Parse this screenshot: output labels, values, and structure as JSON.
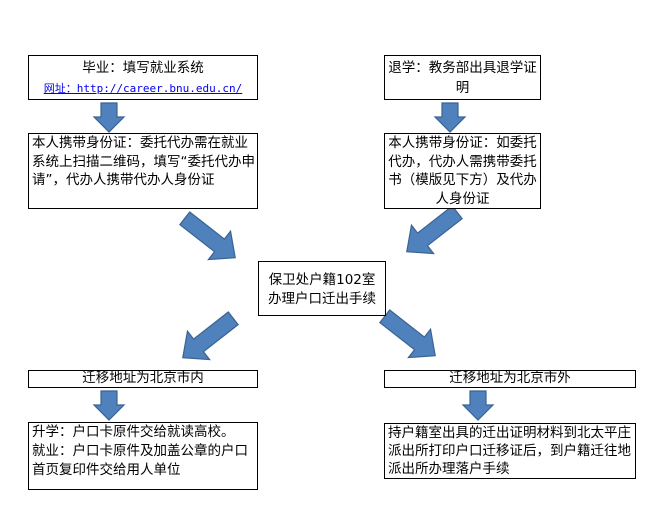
{
  "graduate": {
    "title": "毕业：填写就业系统",
    "link": "网址：http://career.bnu.edu.cn/",
    "step": "本人携带身份证：委托代办需在就业系统上扫描二维码，填写“委托代办申请”，代办人携带代办人身份证"
  },
  "withdraw": {
    "title": "退学：教务部出具退学证明",
    "step": "本人携带身份证：如委托代办，代办人需携带委托书（模版见下方）及代办人身份证"
  },
  "center": {
    "line1": "保卫处户籍102室",
    "line2": "办理户口迁出手续"
  },
  "beijing_inside": {
    "title": "迁移地址为北京市内",
    "line1": "升学：户口卡原件交给就读高校。",
    "line2": "就业：户口卡原件及加盖公章的户口首页复印件交给用人单位"
  },
  "beijing_outside": {
    "title": "迁移地址为北京市外",
    "step": "持户籍室出具的迁出证明材料到北太平庄派出所打印户口迁移证后，到户籍迁往地派出所办理落户手续"
  },
  "colors": {
    "arrow": "#4f81bd",
    "arrow_border": "#3a6391",
    "link": "#0000ee"
  }
}
